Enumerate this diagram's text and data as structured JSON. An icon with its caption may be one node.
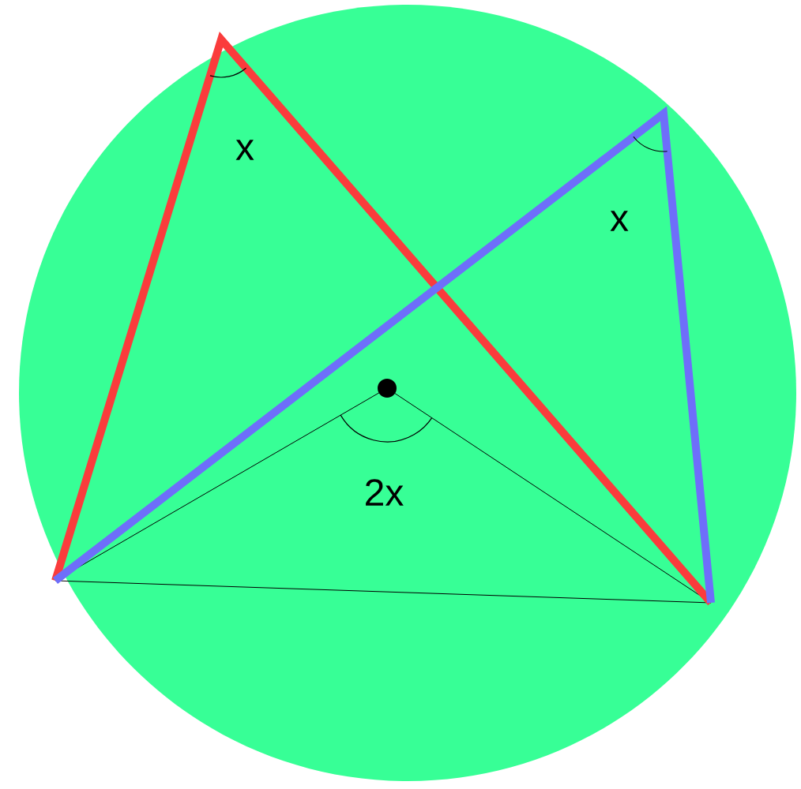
{
  "diagram": {
    "labels": [
      "x",
      "x",
      "2x"
    ]
  }
}
